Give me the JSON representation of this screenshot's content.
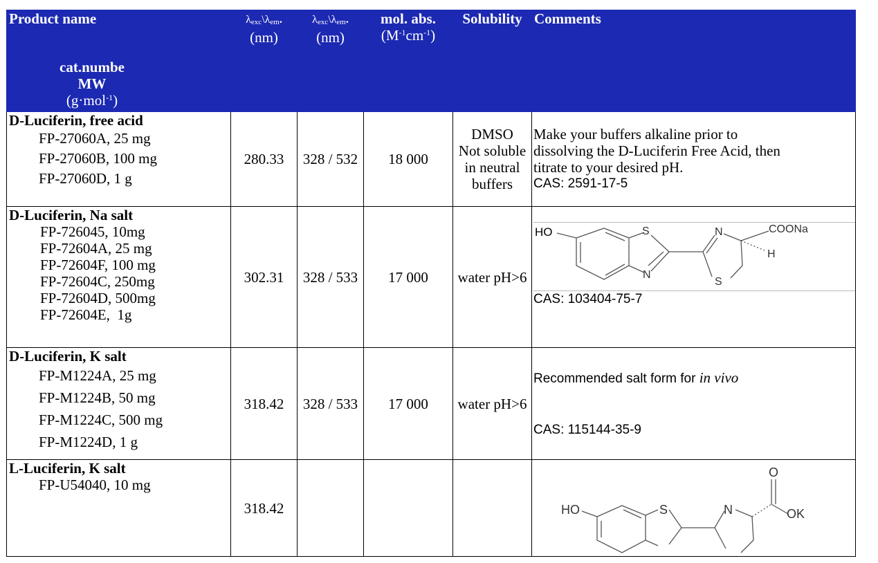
{
  "header": {
    "product_name": "Product name",
    "cat_number": "cat.numbe",
    "mw": "MW",
    "mw_unit": "(g·mol",
    "mw_unit_sup": "-1",
    "mw_unit_end": ")",
    "lambda_exc": "λ",
    "sub_exc": "exc",
    "sep": "\\λ",
    "sub_em": "em",
    "dot": ".",
    "nm": "(nm)",
    "mol_abs": "mol. abs.",
    "mol_abs_unit_a": "(M",
    "mol_abs_sup1": "-1",
    "mol_abs_unit_b": "cm",
    "mol_abs_sup2": "-1",
    "mol_abs_unit_c": ")",
    "solubility": "Solubility",
    "comments": "Comments"
  },
  "rows": [
    {
      "product": "D-Luciferin, free acid",
      "catalog": [
        "FP-27060A, 25 mg",
        "FP-27060B, 100 mg",
        "FP-27060D, 1 g"
      ],
      "mw": "280.33",
      "exc_em": "328 / 532",
      "mol_abs": "18 000",
      "solubility": [
        "DMSO",
        "Not soluble",
        "in neutral",
        "buffers"
      ],
      "comment": [
        "Make your buffers alkaline prior to",
        "dissolving the D-Luciferin Free Acid, then",
        "titrate to your desired pH."
      ],
      "cas": "CAS: 2591-17-5"
    },
    {
      "product": "D-Luciferin, Na salt",
      "catalog": [
        "FP-726045, 10mg",
        "FP-72604A, 25 mg",
        "FP-72604F, 100 mg",
        "FP-72604C, 250mg",
        "FP-72604D, 500mg",
        "FP-72604E,  1g"
      ],
      "mw": "302.31",
      "exc_em": "328 / 533",
      "mol_abs": "17 000",
      "solubility": [
        "water pH>6"
      ],
      "chem_labels": {
        "ho": "HO",
        "s": "S",
        "n": "N",
        "coona": "COONa",
        "h": "H"
      },
      "cas": "CAS: 103404-75-7"
    },
    {
      "product": "D-Luciferin, K salt",
      "catalog": [
        "FP-M1224A, 25 mg",
        "FP-M1224B, 50 mg",
        "FP-M1224C, 500 mg",
        "FP-M1224D, 1 g"
      ],
      "mw": "318.42",
      "exc_em": "328 / 533",
      "mol_abs": "17 000",
      "solubility": [
        "water pH>6"
      ],
      "comment_prefix": "Recommended salt form for ",
      "comment_italic": "in vivo",
      "cas": "CAS: 115144-35-9"
    },
    {
      "product": "L-Luciferin, K salt",
      "catalog": [
        "FP-U54040, 10 mg"
      ],
      "mw": "318.42",
      "exc_em": "",
      "mol_abs": "",
      "solubility": [],
      "chem_labels": {
        "ho": "HO",
        "s": "S",
        "n": "N",
        "o": "O",
        "ok": "OK"
      }
    }
  ]
}
